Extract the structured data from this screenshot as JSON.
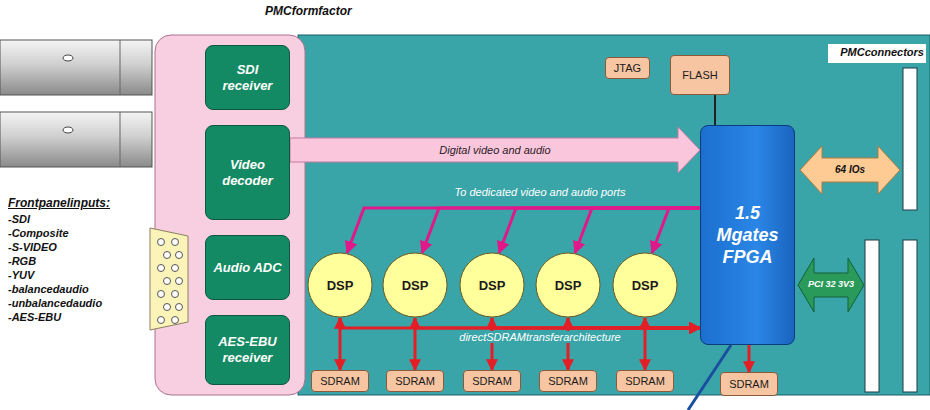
{
  "diagram": {
    "title": "PMCformfactor",
    "nodes": [
      {
        "text": [
          "SDI receiver"
        ]
      },
      {
        "text": [
          "Video decoder"
        ]
      },
      {
        "text": [
          "Audio ADC"
        ]
      },
      {
        "text": [
          "AES-EBU receiver"
        ]
      },
      {
        "text": [
          "JTAG"
        ]
      },
      {
        "text": [
          "FLASH"
        ]
      },
      {
        "text": [
          "1.5 Mgates FPGA"
        ]
      },
      {
        "text": [
          "DSP"
        ]
      },
      {
        "text": [
          "DSP"
        ]
      },
      {
        "text": [
          "DSP"
        ]
      },
      {
        "text": [
          "DSP"
        ]
      },
      {
        "text": [
          "DSP"
        ]
      },
      {
        "text": [
          "SDRAM"
        ]
      },
      {
        "text": [
          "SDRAM"
        ]
      },
      {
        "text": [
          "SDRAM"
        ]
      },
      {
        "text": [
          "SDRAM"
        ]
      },
      {
        "text": [
          "SDRAM"
        ]
      },
      {
        "text": [
          "SDRAM"
        ]
      }
    ],
    "edges": [
      {
        "from": 1,
        "to": 6,
        "arrow": "to",
        "label": "Digital video and audio"
      },
      {
        "from": 6,
        "to": 7,
        "arrow": "to",
        "label": "To dedicated video and audio ports"
      },
      {
        "from": 6,
        "to": 8,
        "arrow": "to"
      },
      {
        "from": 6,
        "to": 9,
        "arrow": "to"
      },
      {
        "from": 6,
        "to": 10,
        "arrow": "to"
      },
      {
        "from": 6,
        "to": 11,
        "arrow": "to"
      },
      {
        "from": 7,
        "to": 12,
        "arrow": "both"
      },
      {
        "from": 8,
        "to": 13,
        "arrow": "both"
      },
      {
        "from": 9,
        "to": 14,
        "arrow": "both"
      },
      {
        "from": 10,
        "to": 15,
        "arrow": "both"
      },
      {
        "from": 11,
        "to": 16,
        "arrow": "both"
      },
      {
        "from": 7,
        "to": 6,
        "arrow": "to",
        "label": "directSDRAMtransferarchitecture"
      },
      {
        "from": 8,
        "to": 6,
        "arrow": "to"
      },
      {
        "from": 9,
        "to": 6,
        "arrow": "to"
      },
      {
        "from": 10,
        "to": 6,
        "arrow": "to"
      },
      {
        "from": 11,
        "to": 6,
        "arrow": "to"
      },
      {
        "from": 6,
        "to": 17,
        "arrow": "to"
      },
      {
        "from": 5,
        "to": 6,
        "arrow": "none"
      }
    ],
    "labels": [
      "PMCconnectors",
      "Frontpanelinputs:",
      "-SDI",
      "-Composite",
      "-S-VIDEO",
      "-RGB",
      "-YUV",
      "-balancedaudio",
      "-unbalancedaudio",
      "-AES-EBU",
      "64 IOs",
      "PCI 32 3V3"
    ]
  }
}
